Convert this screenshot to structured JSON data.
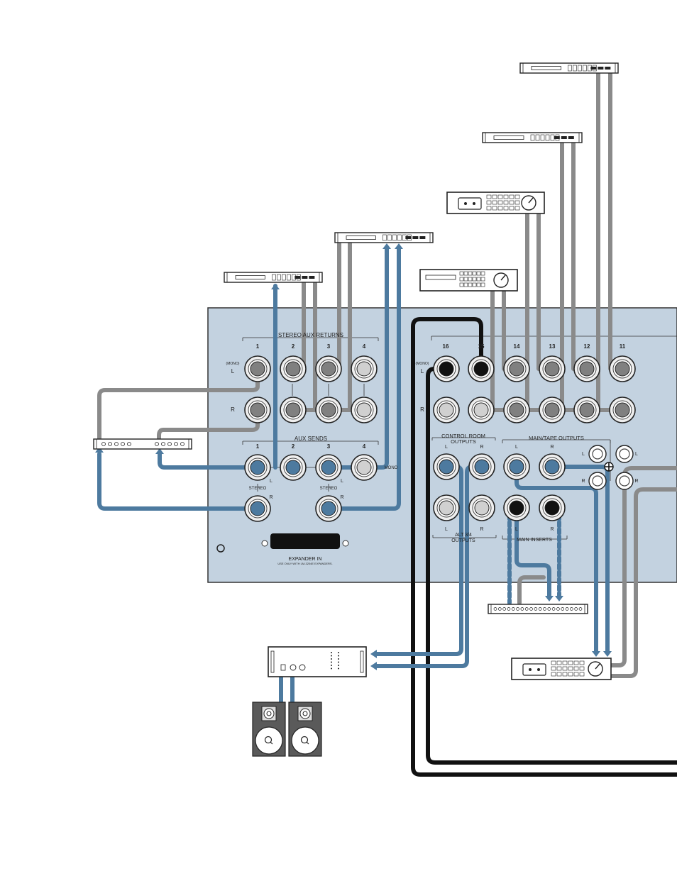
{
  "colors": {
    "panel": "#c3d2e0",
    "panel_stroke": "#333333",
    "cable_blue": "#4d7a9f",
    "cable_gray": "#8a8a8a",
    "cable_black": "#111111",
    "jack_blue": "#4d7a9f",
    "jack_gray": "#808080",
    "jack_light": "#d0d0d0",
    "jack_black": "#111111"
  },
  "panel": {
    "stereo_aux_returns": "STEREO AUX RETURNS",
    "return_numbers": [
      "1",
      "2",
      "3",
      "4"
    ],
    "mono": "(MONO)",
    "left": "L",
    "right": "R",
    "aux_sends": "AUX SENDS",
    "send_numbers": [
      "1",
      "2",
      "3",
      "4"
    ],
    "stereo": "STEREO",
    "mono_short": "MONO",
    "expander_in": "EXPANDER IN",
    "expander_note": "USE ONLY WITH LM-3204E EXPANDERS.",
    "channel_numbers": [
      "16",
      "15",
      "14",
      "13",
      "12",
      "11"
    ],
    "control_room": "CONTROL ROOM",
    "outputs": "OUTPUTS",
    "main_tape_outputs": "MAIN/TAPE OUTPUTS",
    "alt_outputs": "ALT 3/4",
    "alt_outputs_2": "OUTPUTS",
    "main_inserts": "MAIN INSERTS"
  }
}
